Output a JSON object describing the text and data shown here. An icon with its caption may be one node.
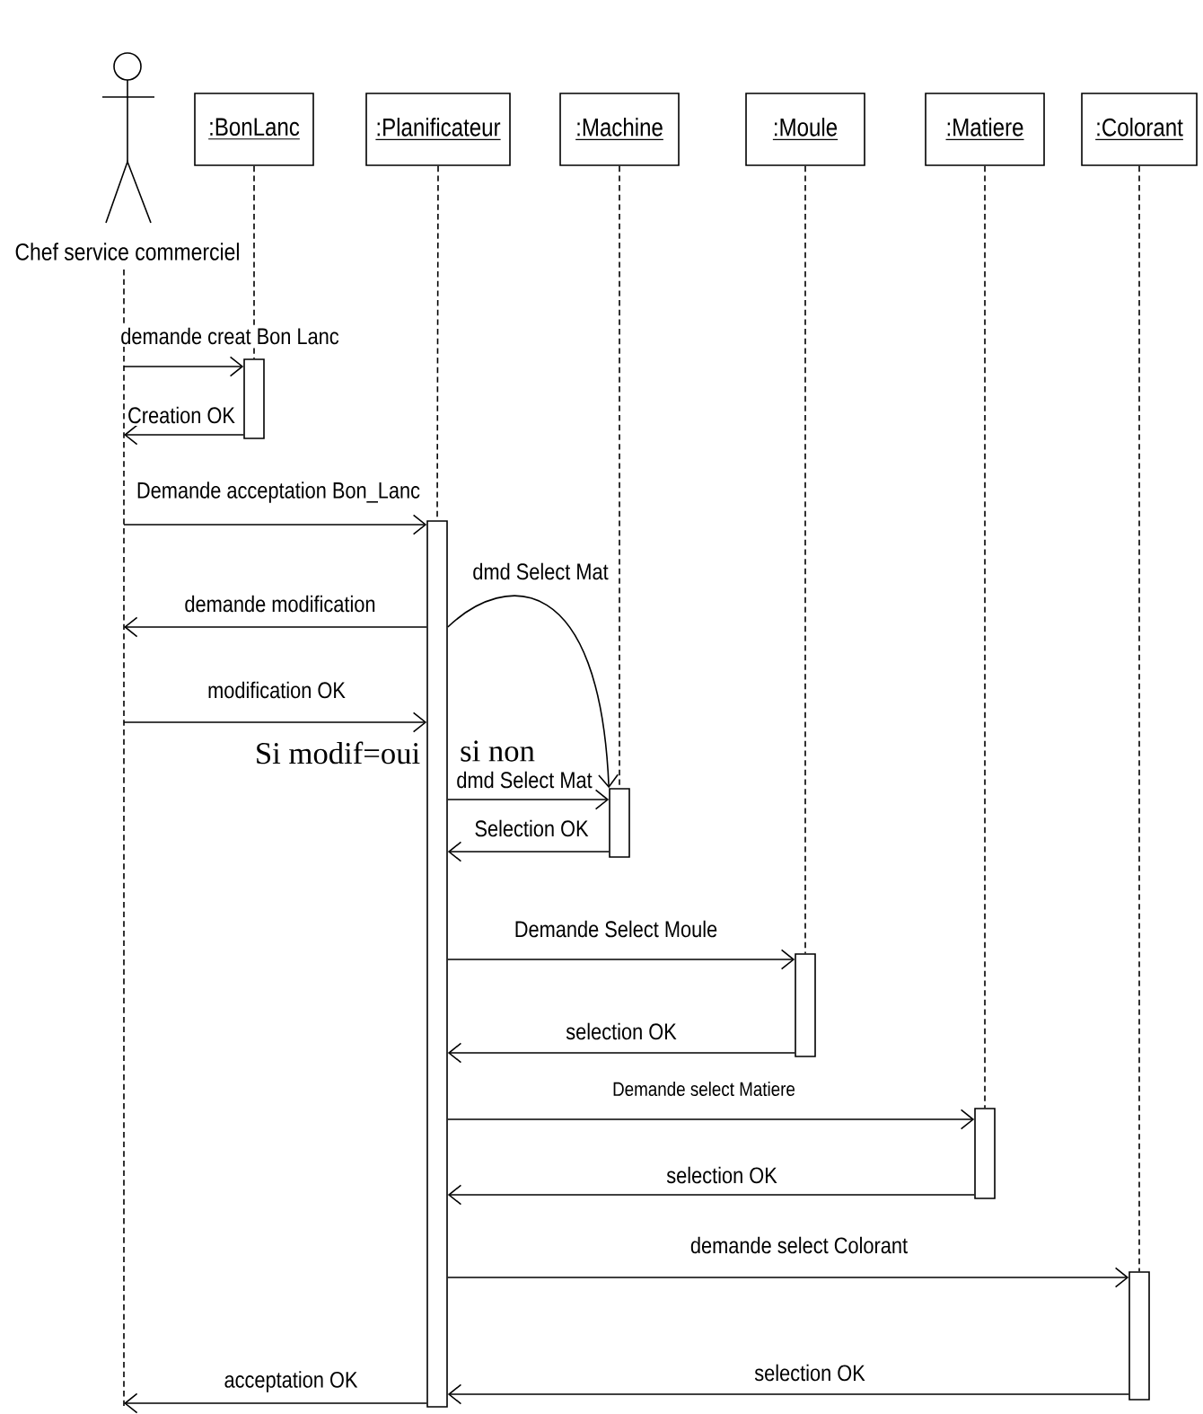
{
  "diagram": {
    "nodes": [
      {
        "text": [
          "Chef service commerciel"
        ]
      },
      {
        "text": [],
        "shape": "line"
      },
      {
        "text": [
          ":BonLanc"
        ]
      },
      {
        "text": [
          ":Planificateur"
        ]
      },
      {
        "text": [
          ":Machine"
        ]
      },
      {
        "text": [
          ":Moule"
        ]
      },
      {
        "text": [
          ":Matiere"
        ]
      },
      {
        "text": [
          ":Colorant"
        ]
      },
      {
        "text": [],
        "shape": "bar"
      },
      {
        "text": [],
        "shape": "bar"
      },
      {
        "text": [],
        "shape": "bar"
      },
      {
        "text": [],
        "shape": "bar"
      },
      {
        "text": [],
        "shape": "bar"
      },
      {
        "text": [],
        "shape": "bar"
      }
    ],
    "edges": [
      {
        "from": 1,
        "to": 8,
        "arrow": "to",
        "label": "demande creat Bon Lanc"
      },
      {
        "from": 8,
        "to": 1,
        "arrow": "to",
        "label": "Creation OK"
      },
      {
        "from": 1,
        "to": 9,
        "arrow": "to",
        "label": "Demande acceptation Bon_Lanc"
      },
      {
        "from": 9,
        "to": 1,
        "arrow": "to",
        "label": "demande modification"
      },
      {
        "from": 9,
        "to": 10,
        "arrow": "to",
        "label": "dmd Select Mat"
      },
      {
        "from": 1,
        "to": 9,
        "arrow": "to",
        "label": "modification OK"
      },
      {
        "from": 9,
        "to": 10,
        "arrow": "to",
        "label": "dmd Select Mat"
      },
      {
        "from": 10,
        "to": 9,
        "arrow": "to",
        "label": "Selection OK"
      },
      {
        "from": 9,
        "to": 11,
        "arrow": "to",
        "label": "Demande Select Moule"
      },
      {
        "from": 11,
        "to": 9,
        "arrow": "to",
        "label": "selection OK"
      },
      {
        "from": 9,
        "to": 12,
        "arrow": "to",
        "label": "Demande select Matiere"
      },
      {
        "from": 12,
        "to": 9,
        "arrow": "to",
        "label": "selection OK"
      },
      {
        "from": 9,
        "to": 13,
        "arrow": "to",
        "label": "demande select Colorant"
      },
      {
        "from": 13,
        "to": 9,
        "arrow": "to",
        "label": "selection OK"
      },
      {
        "from": 9,
        "to": 1,
        "arrow": "to",
        "label": "acceptation OK"
      },
      {
        "from": 2,
        "to": 8,
        "arrow": "none",
        "style": "dashed"
      },
      {
        "from": 3,
        "to": 9,
        "arrow": "none",
        "style": "dashed"
      },
      {
        "from": 4,
        "to": 10,
        "arrow": "none",
        "style": "dashed"
      },
      {
        "from": 5,
        "to": 11,
        "arrow": "none",
        "style": "dashed"
      },
      {
        "from": 6,
        "to": 12,
        "arrow": "none",
        "style": "dashed"
      },
      {
        "from": 7,
        "to": 13,
        "arrow": "none",
        "style": "dashed"
      }
    ],
    "labels": [
      "Si modif=oui",
      "si non"
    ]
  }
}
